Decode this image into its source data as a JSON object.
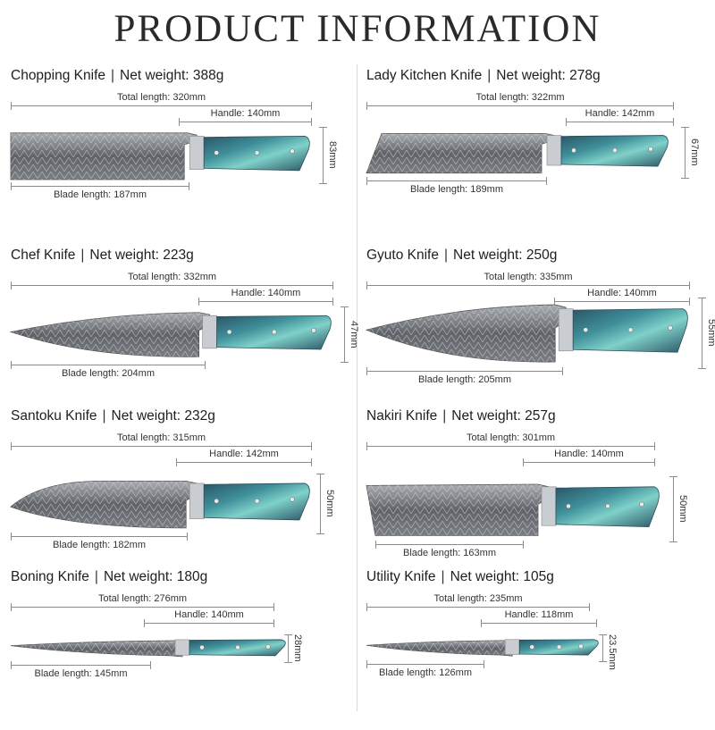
{
  "title": "PRODUCT INFORMATION",
  "separator": "|",
  "knives": [
    {
      "name": "Chopping Knife",
      "weight": "Net weight: 388g",
      "total": "Total length: 320mm",
      "handle": "Handle: 140mm",
      "blade": "Blade length: 187mm",
      "height": "83mm",
      "shape": "cleaver"
    },
    {
      "name": "Lady Kitchen Knife",
      "weight": "Net weight: 278g",
      "total": "Total length: 322mm",
      "handle": "Handle: 142mm",
      "blade": "Blade length: 189mm",
      "height": "67mm",
      "shape": "lady"
    },
    {
      "name": "Chef Knife",
      "weight": "Net weight: 223g",
      "total": "Total length: 332mm",
      "handle": "Handle: 140mm",
      "blade": "Blade length: 204mm",
      "height": "47mm",
      "shape": "chef"
    },
    {
      "name": "Gyuto Knife",
      "weight": "Net weight: 250g",
      "total": "Total length: 335mm",
      "handle": "Handle: 140mm",
      "blade": "Blade length: 205mm",
      "height": "55mm",
      "shape": "gyuto"
    },
    {
      "name": "Santoku Knife",
      "weight": "Net weight: 232g",
      "total": "Total length: 315mm",
      "handle": "Handle: 142mm",
      "blade": "Blade length: 182mm",
      "height": "50mm",
      "shape": "santoku"
    },
    {
      "name": "Nakiri Knife",
      "weight": "Net weight: 257g",
      "total": "Total length: 301mm",
      "handle": "Handle: 140mm",
      "blade": "Blade length: 163mm",
      "height": "50mm",
      "shape": "nakiri"
    },
    {
      "name": "Boning Knife",
      "weight": "Net weight: 180g",
      "total": "Total length: 276mm",
      "handle": "Handle: 140mm",
      "blade": "Blade length: 145mm",
      "height": "28mm",
      "shape": "boning"
    },
    {
      "name": "Utility Knife",
      "weight": "Net weight: 105g",
      "total": "Total length: 235mm",
      "handle": "Handle: 118mm",
      "blade": "Blade length: 126mm",
      "height": "23.5mm",
      "shape": "utility"
    }
  ],
  "colors": {
    "steel": "#5f6368",
    "steel_light": "#a9adb2",
    "bolster": "#c9ccd0",
    "handle": "#3f8f9a",
    "handle_accent": "#7fd1c9",
    "abalone": "#2b5566"
  }
}
